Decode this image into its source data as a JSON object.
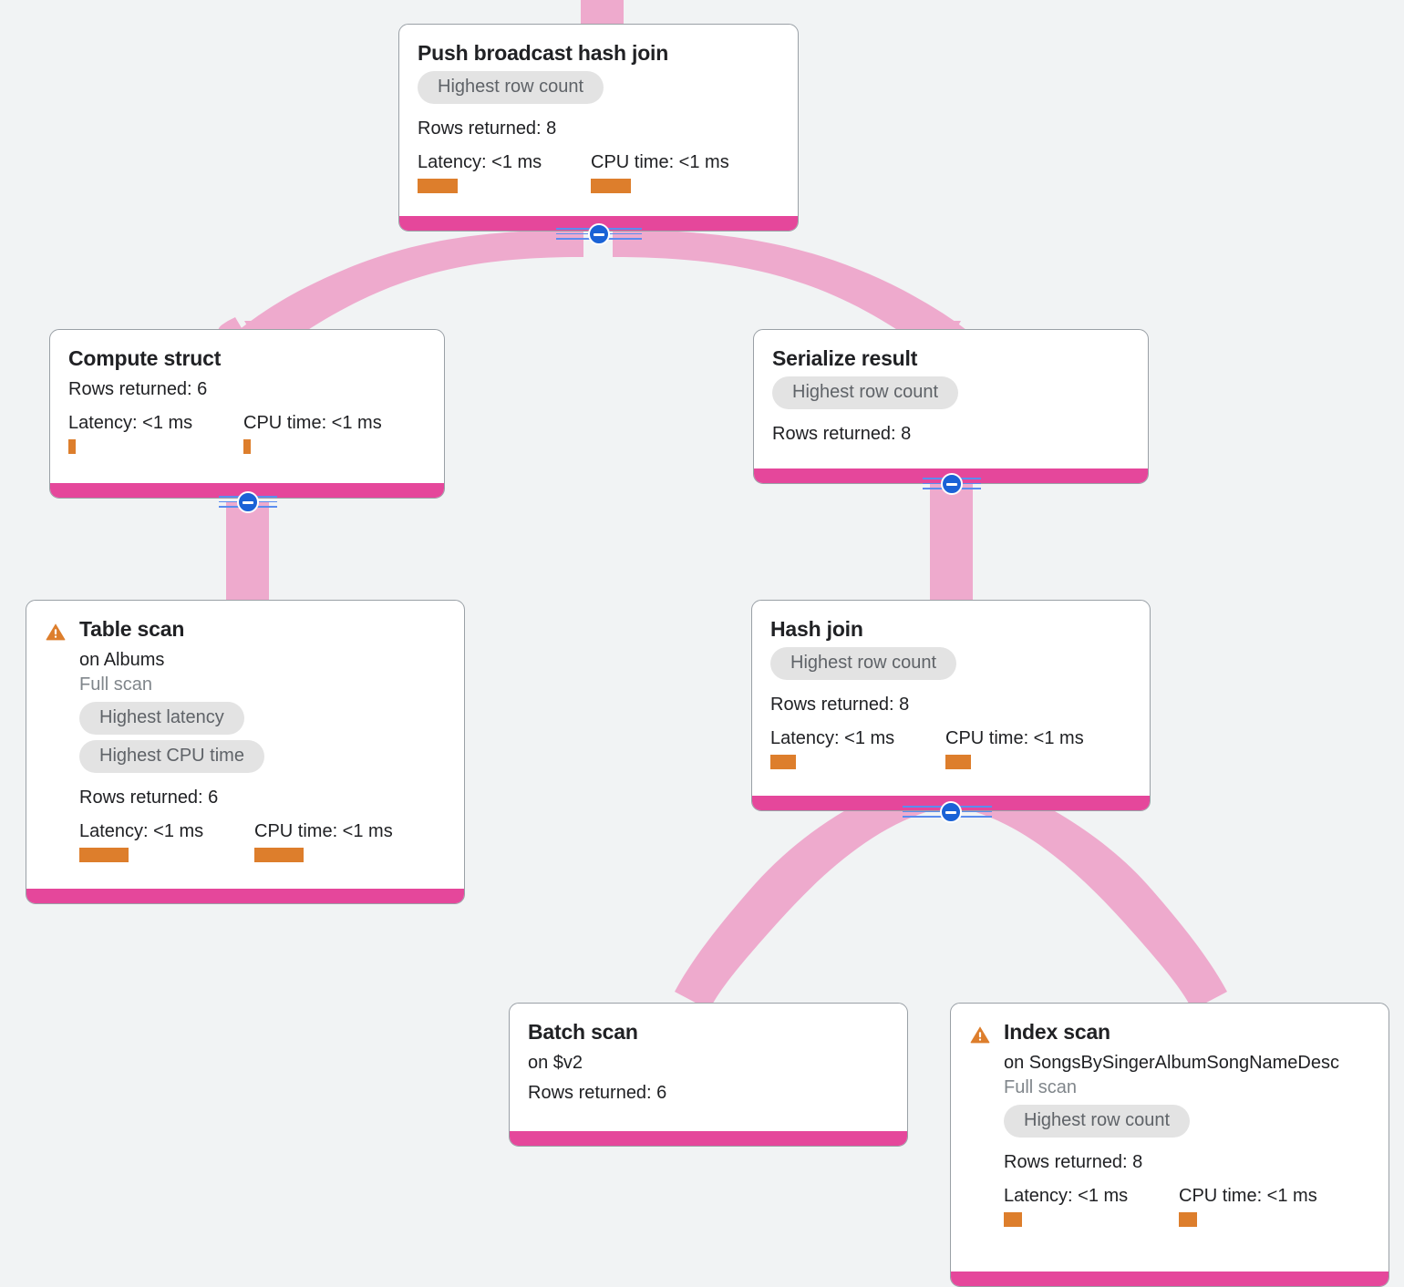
{
  "theme": {
    "background": "#f1f3f4",
    "card_background": "#ffffff",
    "card_border": "#9aa0a6",
    "node_bar": "#e5479b",
    "edge_ribbon": "#eeaacd",
    "metric_bar": "#dd7e2c",
    "badge_background": "#e3e3e3",
    "badge_text": "#5f6368",
    "warning": "#dd7e2c",
    "collapse_button": "#1a62d6",
    "rail_line": "#5b8def",
    "title_text": "#202124",
    "muted_text": "#80868b"
  },
  "labels": {
    "rows_returned_prefix": "Rows returned:",
    "latency_prefix": "Latency:",
    "cpu_prefix": "CPU time:",
    "collapse_icon": "minus-circle-icon",
    "warning_icon": "warning-triangle-icon"
  },
  "nodes": {
    "push_broadcast_hash_join": {
      "title": "Push broadcast hash join",
      "badges": [
        "Highest row count"
      ],
      "rows_returned": "Rows returned: 8",
      "latency": "Latency: <1 ms",
      "cpu_time": "CPU time: <1 ms",
      "warning": false,
      "collapsible": true
    },
    "compute_struct": {
      "title": "Compute struct",
      "badges": [],
      "rows_returned": "Rows returned: 6",
      "latency": "Latency: <1 ms",
      "cpu_time": "CPU time: <1 ms",
      "warning": false,
      "collapsible": true
    },
    "serialize_result": {
      "title": "Serialize result",
      "badges": [
        "Highest row count"
      ],
      "rows_returned": "Rows returned: 8",
      "warning": false,
      "collapsible": true
    },
    "table_scan": {
      "title": "Table scan",
      "subtitle": "on Albums",
      "scan_type": "Full scan",
      "badges": [
        "Highest latency",
        "Highest CPU time"
      ],
      "rows_returned": "Rows returned: 6",
      "latency": "Latency: <1 ms",
      "cpu_time": "CPU time: <1 ms",
      "warning": true,
      "collapsible": false
    },
    "hash_join": {
      "title": "Hash join",
      "badges": [
        "Highest row count"
      ],
      "rows_returned": "Rows returned: 8",
      "latency": "Latency: <1 ms",
      "cpu_time": "CPU time: <1 ms",
      "warning": false,
      "collapsible": true
    },
    "batch_scan": {
      "title": "Batch scan",
      "subtitle": "on $v2",
      "rows_returned": "Rows returned: 6",
      "warning": false,
      "collapsible": false
    },
    "index_scan": {
      "title": "Index scan",
      "subtitle": "on SongsBySingerAlbumSongNameDesc",
      "scan_type": "Full scan",
      "badges": [
        "Highest row count"
      ],
      "rows_returned": "Rows returned: 8",
      "latency": "Latency: <1 ms",
      "cpu_time": "CPU time: <1 ms",
      "warning": true,
      "collapsible": false
    }
  }
}
